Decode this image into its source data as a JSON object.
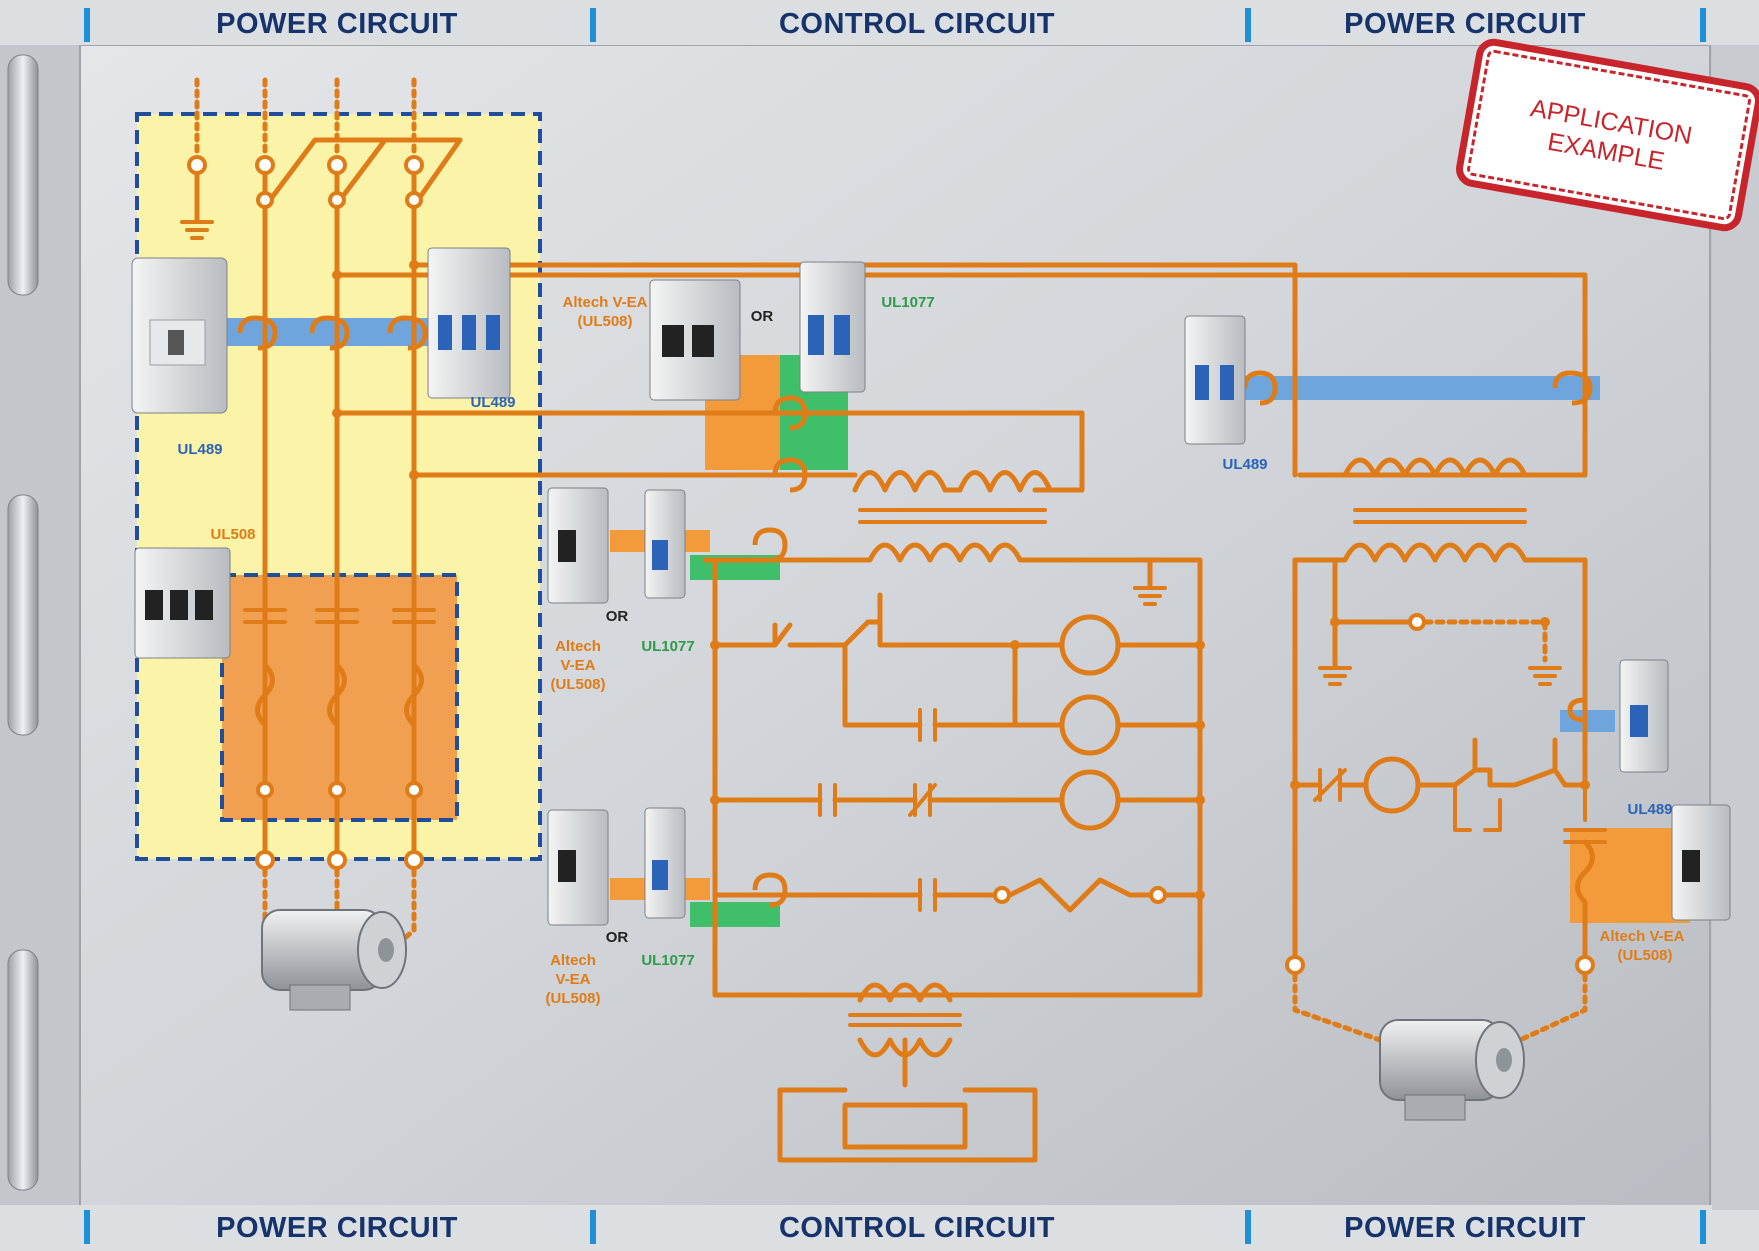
{
  "headers": {
    "top_left": "POWER CIRCUIT",
    "top_center": "CONTROL CIRCUIT",
    "top_right": "POWER CIRCUIT",
    "bottom_left": "POWER CIRCUIT",
    "bottom_center": "CONTROL CIRCUIT",
    "bottom_right": "POWER CIRCUIT"
  },
  "stamp": {
    "text": "APPLICATION\nEXAMPLE"
  },
  "labels": {
    "ul489_main": "UL489",
    "ul489_top": "UL489",
    "ul508_left": "UL508",
    "altech_top_line1": "Altech V-EA",
    "altech_top_line2": "(UL508)",
    "or_top": "OR",
    "ul1077_top": "UL1077",
    "altech_mid_line1": "Altech",
    "altech_mid_line2": "V-EA",
    "altech_mid_line3": "(UL508)",
    "or_mid": "OR",
    "ul1077_mid": "UL1077",
    "altech_low_line1": "Altech",
    "altech_low_line2": "V-EA",
    "altech_low_line3": "(UL508)",
    "or_low": "OR",
    "ul1077_low": "UL1077",
    "ul489_right": "UL489",
    "ul489_right_low": "UL489",
    "altech_right_line1": "Altech V-EA",
    "altech_right_line2": "(UL508)"
  },
  "colors": {
    "wire": "#e07c18",
    "header_text": "#16336b",
    "yellow_zone": "#fbf3a8",
    "orange_zone": "#f0a050",
    "green_zone": "#3fbf6a",
    "blue_bar": "#6ea5dc",
    "stamp_red": "#c8242c",
    "frame_bg": "#d5d8dc"
  }
}
